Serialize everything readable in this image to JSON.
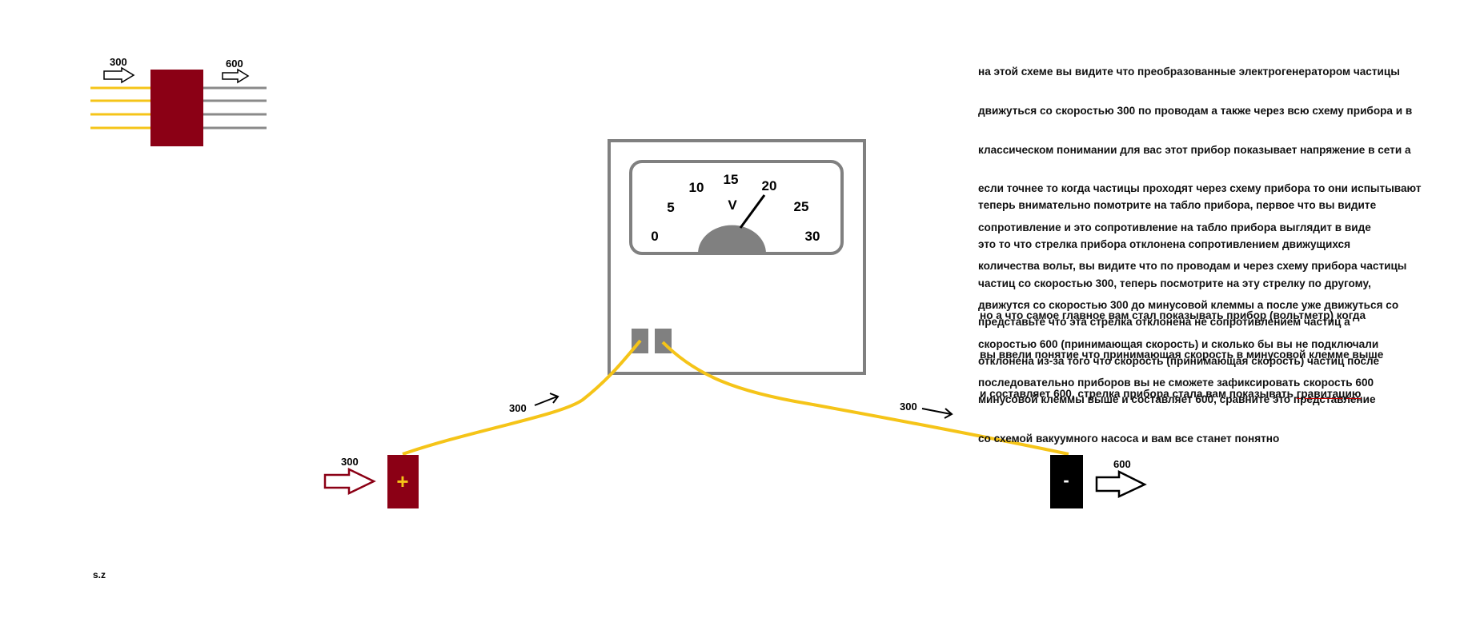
{
  "diagram": {
    "generator": {
      "in_speed": "300",
      "out_speed": "600",
      "colors": {
        "body": "#8b0015",
        "wire_in": "#f5c418",
        "wire_out": "#8a8a8a"
      }
    },
    "meter": {
      "unit_label": "V",
      "scale": [
        "0",
        "5",
        "10",
        "15",
        "20",
        "25",
        "30"
      ],
      "colors": {
        "frame": "#808080",
        "hub": "#808080",
        "terminal": "#808080"
      }
    },
    "positive_terminal": {
      "symbol": "+",
      "speed": "300",
      "color": "#8b0015",
      "symbol_color": "#f5c418"
    },
    "negative_terminal": {
      "symbol": "-",
      "speed": "600",
      "color": "#000000",
      "symbol_color": "#ffffff"
    },
    "wire_left": {
      "speed": "300",
      "color": "#f5c418"
    },
    "wire_right": {
      "speed": "300",
      "color": "#f5c418"
    },
    "signature": "s.z"
  },
  "text": {
    "p1": [
      "на этой схеме вы видите что преобразованные электрогенератором частицы",
      "движуться со скоростью 300 по проводам а также через всю схему прибора и в",
      "классическом понимании для вас этот прибор показывает напряжение в сети а",
      "если точнее то когда частицы проходят через схему прибора то они испытывают",
      "сопротивление и это сопротивление на табло прибора выглядит в виде",
      "количества вольт, вы видите что по проводам и через схему прибора частицы",
      "движутся со скоростью 300 до минусовой клеммы а после уже движуться со",
      "скоростью 600 (принимающая скорость) и сколько бы вы не подключали",
      "последовательно приборов вы не сможете зафиксировать скорость 600"
    ],
    "p2": [
      "теперь внимательно помотрите на табло прибора, первое что вы видите",
      "это то что стрелка прибора отклонена сопротивлением движущихся",
      "частиц со скоростью 300, теперь посмотрите на эту стрелку по другому,",
      "представьте что эта стрелка отклонена не сопротивлением частиц а",
      "отклонена из-за того что скорость (принимающая скорость) частиц после",
      "минусовой клеммы выше и составляет 600, сравните это представление",
      "со схемой вакуумного насоса и вам все станет понятно"
    ],
    "p3": [
      "но а что самое главное вам стал показывать прибор (вольтметр) когда",
      "вы ввели понятие что принимающая скорость в минусовой клемме выше"
    ],
    "p3_last_prefix": "и составляет 600, стрелка прибора стала вам показывать ",
    "p3_last_underlined": "гравитацию"
  }
}
